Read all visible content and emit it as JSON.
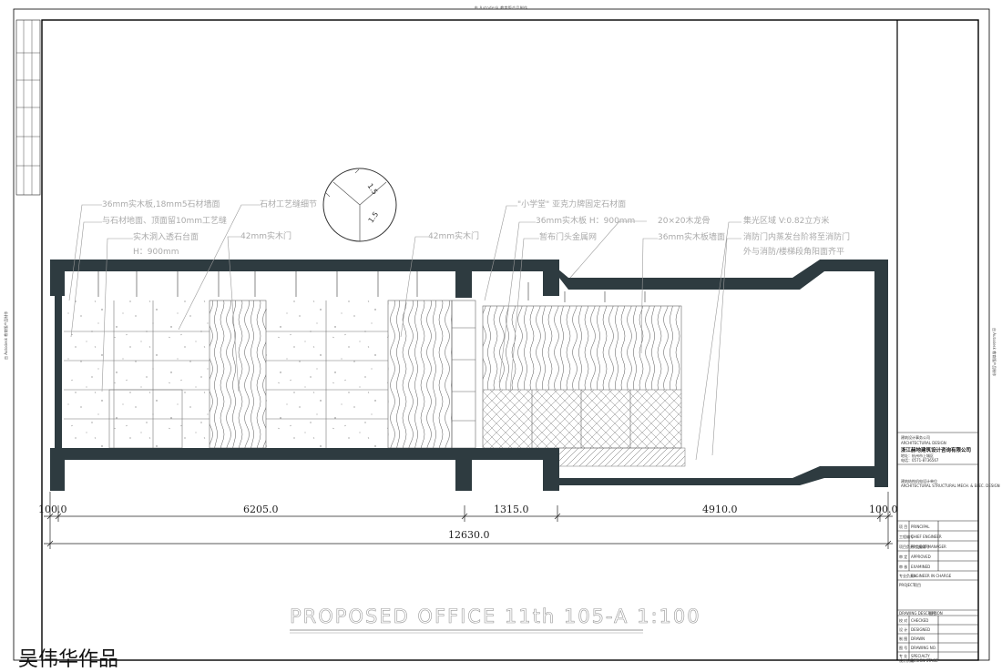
{
  "edu_stamp": "由 Autodesk 教育版产品制作",
  "notes": [
    {
      "id": "n1",
      "text": "36mm实木板,18mm5石材墙面"
    },
    {
      "id": "n2",
      "text": "与石材地面、顶面留10mm工艺缝"
    },
    {
      "id": "n3",
      "text": "实木洞入透石台面"
    },
    {
      "id": "n4",
      "text": "H：900mm"
    },
    {
      "id": "n5",
      "text": "石材工艺缝细节"
    },
    {
      "id": "n6",
      "text": "42mm实木门"
    },
    {
      "id": "n7",
      "text": "42mm实木门"
    },
    {
      "id": "n8",
      "text": "\"小学堂\" 亚克力牌固定石材面"
    },
    {
      "id": "n9",
      "text": "36mm实木板 H：900mm"
    },
    {
      "id": "n10",
      "text": "暂布门头金属网"
    },
    {
      "id": "n11",
      "text": "20×20木龙骨"
    },
    {
      "id": "n12",
      "text": "36mm实木板墙面"
    },
    {
      "id": "n13",
      "text": "集光区域 V:0.82立方米"
    },
    {
      "id": "n14",
      "text": "消防门内蒸发台阶将至消防门"
    },
    {
      "id": "n15",
      "text": "外与消防/楼梯段角阳面齐平"
    }
  ],
  "detail_labels": [
    "1.5",
    "1.5"
  ],
  "dimensions": {
    "segments": [
      "100.0",
      "6205.0",
      "1315.0",
      "4910.0",
      "100.0"
    ],
    "total": "12630.0"
  },
  "drawing_title": "PROPOSED OFFICE  11th 105-A 1:100",
  "author": "吴伟华作品",
  "title_block": {
    "org_small": "建筑设计事务公司",
    "org_small_en": "ARCHITECTURAL DESIGN",
    "company": "浙江赫地建筑设计咨询有限公司",
    "address": "地址：杭州市上城区",
    "phone": "电话：0571-8736567",
    "design_unit": "建筑结构机电设计单位",
    "design_unit_en": "ARCHITECTURAL STRUCTURAL MECH. & ELEC. DESIGN",
    "rows1": [
      "项 目",
      "工程编号",
      "项目负责/工程编号",
      "审 定",
      "审 核",
      "专业负责人"
    ],
    "rows1_en": [
      "PRINCIPAL",
      "CHIEF ENGINEER",
      "PROJECT MANAGER",
      "APPROVED",
      "EXAMINED",
      "ENGINEER IN CHARGE"
    ],
    "project_label": "PROJECT",
    "project_value": "项目",
    "drawing_desc_label": "DRAWING DESCRIPTION",
    "drawing_desc_value": "图名",
    "rows2": [
      "校 对",
      "设 计",
      "制 图",
      "图 号",
      "专 业",
      "设计阶段"
    ],
    "rows2_en": [
      "CHECKED",
      "DESIGNED",
      "DRAWN",
      "DRAWING NO.",
      "SPECIALTY",
      "DESIGN STAGE"
    ]
  }
}
